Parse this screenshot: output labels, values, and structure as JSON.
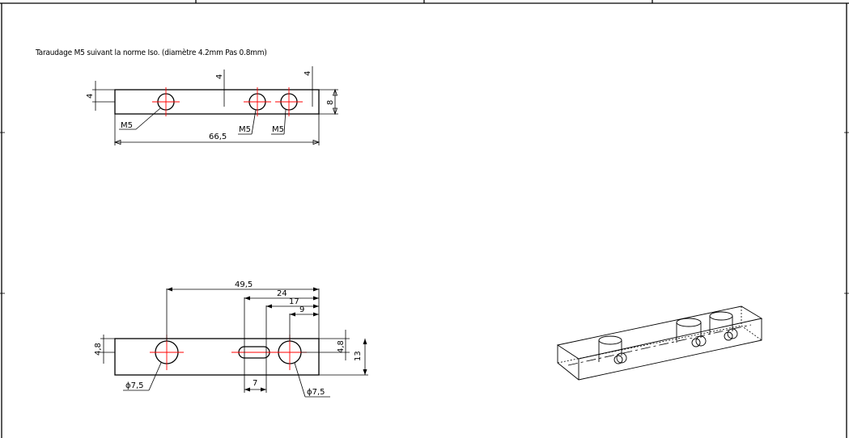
{
  "drawing": {
    "note": "Taraudage M5 suivant la norme Iso. (diamètre 4.2mm Pas 0.8mm)",
    "top_view": {
      "dim_length": "66,5",
      "dim_height": "8",
      "dim_left_offset": "4",
      "dim_mid_offset": "4",
      "dim_right_offset": "4",
      "thread_labels": [
        "M5",
        "M5",
        "M5"
      ]
    },
    "front_view": {
      "dim_49_5": "49,5",
      "dim_24": "24",
      "dim_17": "17",
      "dim_9": "9",
      "dim_slot_width": "7",
      "dim_left_height": "4,8",
      "dim_right_height": "4,8",
      "dim_total_height": "13",
      "hole_left_label": "ϕ7,5",
      "hole_right_label": "ϕ7,5"
    }
  }
}
